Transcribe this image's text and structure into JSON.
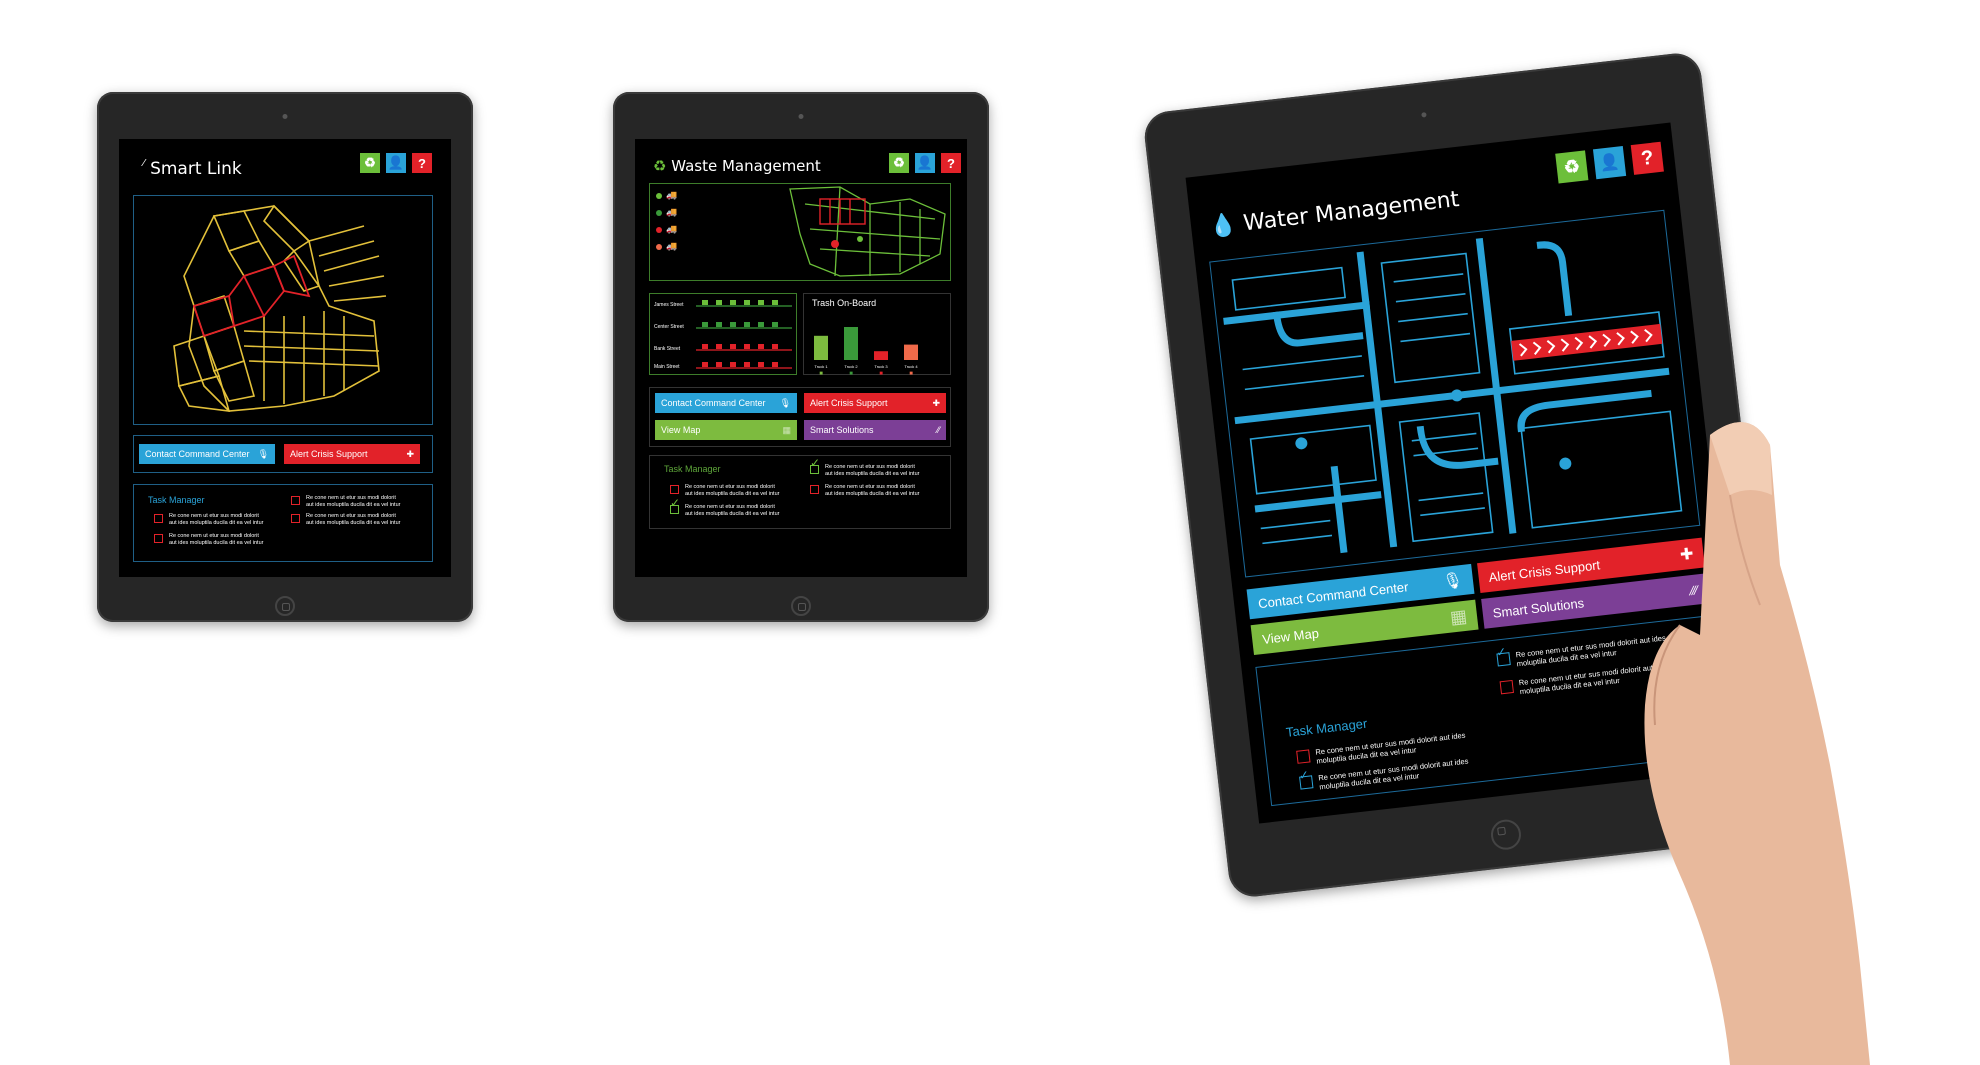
{
  "smart_link": {
    "title": "Smart Link",
    "buttons": {
      "contact": "Contact Command Center",
      "alert": "Alert Crisis Support"
    },
    "task_manager": {
      "title": "Task Manager",
      "tasks": [
        "Re cone nem ut etur sus modi dolorit aut ides moluptila ducila dit ea vel intur",
        "Re cone nem ut etur sus modi dolorit aut ides moluptila ducila dit ea vel intur",
        "Re cone nem ut etur sus modi dolorit aut ides moluptila ducila dit ea vel intur",
        "Re cone nem ut etur sus modi dolorit aut ides moluptila ducila dit ea vel intur"
      ]
    }
  },
  "waste": {
    "title": "Waste Management",
    "streets": [
      "James Street",
      "Center Street",
      "Bank Street",
      "Main Street"
    ],
    "trash": {
      "title": "Trash On-Board",
      "bars": [
        {
          "label": "Truck 1",
          "value": 0.55,
          "color": "#7dbb3f"
        },
        {
          "label": "Truck 2",
          "value": 0.75,
          "color": "#3a9a3a"
        },
        {
          "label": "Truck 3",
          "value": 0.2,
          "color": "#e22229"
        },
        {
          "label": "Truck 4",
          "value": 0.35,
          "color": "#f06a4a"
        }
      ]
    },
    "buttons": {
      "contact": "Contact Command Center",
      "alert": "Alert Crisis Support",
      "view_map": "View Map",
      "smart": "Smart Solutions"
    },
    "task_manager": {
      "title": "Task Manager",
      "tasks": [
        "Re cone nem ut etur sus modi dolorit aut ides moluptila ducila dit ea vel intur",
        "Re cone nem ut etur sus modi dolorit aut ides moluptila ducila dit ea vel intur",
        "Re cone nem ut etur sus modi dolorit aut ides moluptila ducila dit ea vel intur",
        "Re cone nem ut etur sus modi dolorit aut ides moluptila ducila dit ea vel intur"
      ]
    }
  },
  "water": {
    "title": "Water Management",
    "buttons": {
      "contact": "Contact Command Center",
      "alert": "Alert Crisis Support",
      "view_map": "View Map",
      "smart": "Smart Solutions"
    },
    "task_manager": {
      "title": "Task Manager",
      "tasks": [
        "Re cone nem ut etur sus modi dolorit aut ides moluptila ducila dit ea vel intur",
        "Re cone nem ut etur sus modi dolorit aut ides moluptila ducila dit ea vel intur",
        "Re cone nem ut etur sus modi dolorit aut ides moluptila ducila dit ea vel intur",
        "Re cone nem ut etur sus modi dolorit aut ides moluptila ducila dit ea vel intur"
      ]
    }
  },
  "colors": {
    "blue": "#2aa3d8",
    "red": "#e22229",
    "green": "#6cbf3a",
    "purple": "#7c3f96"
  }
}
